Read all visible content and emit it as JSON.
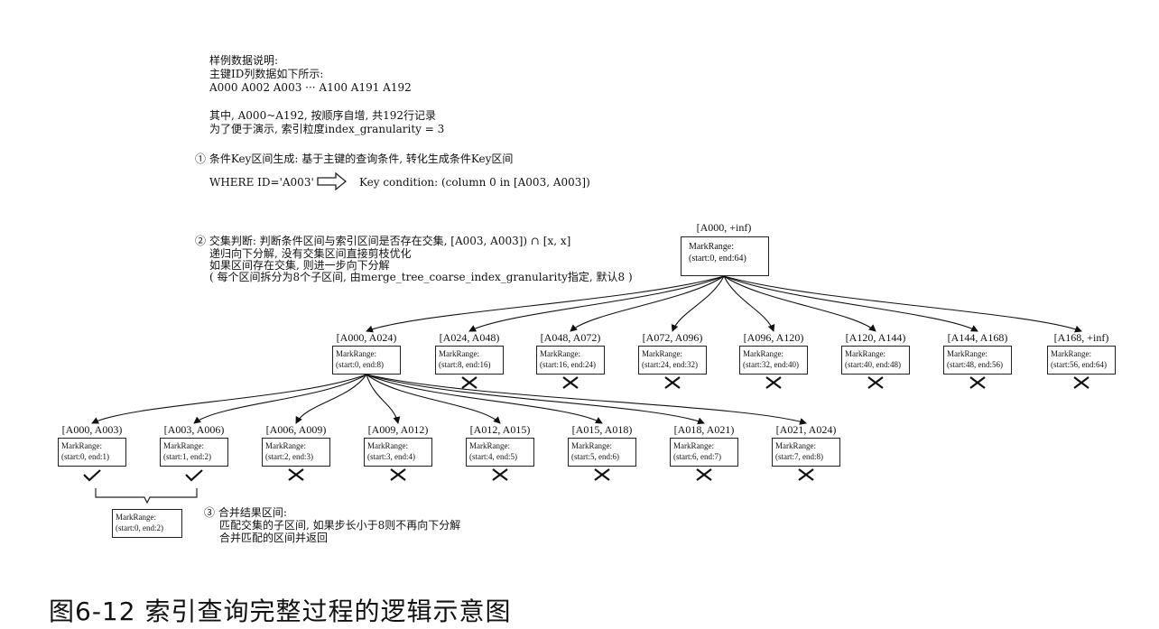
{
  "intro": {
    "line1": "样例数据说明:",
    "line2": "主键ID列数据如下所示:",
    "line3": "A000 A002 A003 ··· A100 A191 A192",
    "line4": "其中, A000~A192, 按顺序自增, 共192行记录",
    "line5": "为了便于演示, 索引粒度index_granularity = 3"
  },
  "step1": {
    "title": "①  条件Key区间生成: 基于主键的查询条件, 转化生成条件Key区间",
    "where": "WHERE ID='A003'",
    "key": "Key condition: (column 0 in [A003, A003])"
  },
  "step2": {
    "line1": "②  交集判断: 判断条件区间与索引区间是否存在交集, [A003, A003]) ∩ [x, x]",
    "line2": "递归向下分解, 没有交集区间直接剪枝优化",
    "line3": "如果区间存在交集, 则进一步向下分解",
    "line4": "( 每个区间拆分为8个子区间, 由merge_tree_coarse_index_granularity指定, 默认8 )"
  },
  "step3": {
    "line1": "③  合并结果区间:",
    "line2": "匹配交集的子区间, 如果步长小于8则不再向下分解",
    "line3": "合并匹配的区间并返回"
  },
  "mark_label": "MarkRange:",
  "top": {
    "range": "[A000, +inf)",
    "mr": "(start:0, end:64)"
  },
  "level1": [
    {
      "range": "[A000, A024)",
      "mr": "(start:0, end:8)",
      "mark": "none"
    },
    {
      "range": "[A024, A048)",
      "mr": "(start:8, end:16)",
      "mark": "cross"
    },
    {
      "range": "[A048, A072)",
      "mr": "(start:16, end:24)",
      "mark": "cross"
    },
    {
      "range": "[A072, A096)",
      "mr": "(start:24, end:32)",
      "mark": "cross"
    },
    {
      "range": "[A096, A120)",
      "mr": "(start:32, end:40)",
      "mark": "cross"
    },
    {
      "range": "[A120, A144)",
      "mr": "(start:40, end:48)",
      "mark": "cross"
    },
    {
      "range": "[A144, A168)",
      "mr": "(start:48, end:56)",
      "mark": "cross"
    },
    {
      "range": "[A168, +inf)",
      "mr": "(start:56, end:64)",
      "mark": "cross"
    }
  ],
  "level2": [
    {
      "range": "[A000, A003)",
      "mr": "(start:0, end:1)",
      "mark": "check"
    },
    {
      "range": "[A003, A006)",
      "mr": "(start:1, end:2)",
      "mark": "check"
    },
    {
      "range": "[A006, A009)",
      "mr": "(start:2, end:3)",
      "mark": "cross"
    },
    {
      "range": "[A009, A012)",
      "mr": "(start:3, end:4)",
      "mark": "cross"
    },
    {
      "range": "[A012, A015)",
      "mr": "(start:4, end:5)",
      "mark": "cross"
    },
    {
      "range": "[A015, A018)",
      "mr": "(start:5, end:6)",
      "mark": "cross"
    },
    {
      "range": "[A018, A021)",
      "mr": "(start:6, end:7)",
      "mark": "cross"
    },
    {
      "range": "[A021, A024)",
      "mr": "(start:7, end:8)",
      "mark": "cross"
    }
  ],
  "merged": {
    "mr": "(start:0, end:2)"
  },
  "caption": "图6-12   索引查询完整过程的逻辑示意图"
}
